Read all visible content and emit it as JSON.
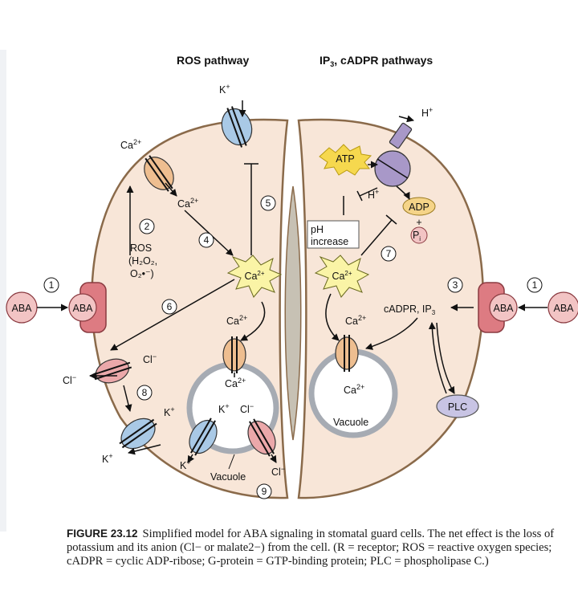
{
  "headers": {
    "ros": "ROS pathway",
    "ip3_main": "IP",
    "ip3_sub": "3",
    "ip3_rest": ", cADPR pathways"
  },
  "steps": [
    "1",
    "2",
    "3",
    "4",
    "5",
    "6",
    "7",
    "8",
    "9",
    "1"
  ],
  "labels": {
    "aba": "ABA",
    "ca": "Ca",
    "ca_sup": "2+",
    "k": "K",
    "k_sup": "+",
    "h": "H",
    "h_sup": "+",
    "cl": "Cl",
    "cl_sup": "−",
    "ros_title": "ROS",
    "ros_h2o2": "(H₂O₂,",
    "ros_o2": "O₂•⁻)",
    "atp": "ATP",
    "adp": "ADP",
    "plus": "+",
    "pi_main": "P",
    "pi_sub": "i",
    "ph_line1": "pH",
    "ph_line2": "increase",
    "cadpr": "cADPR, IP",
    "cadpr_sub": "3",
    "plc": "PLC",
    "vacuole": "Vacuole"
  },
  "caption": {
    "figure_label": "FIGURE 23.12",
    "text": "Simplified model for ABA signaling in stomatal guard cells. The net effect is the loss of potassium and its anion (Cl− or malate2−) from the cell. (R = receptor; ROS = reactive oxygen species; cADPR = cyclic ADP-ribose; G-protein = GTP-binding protein; PLC = phospholipase C.)"
  },
  "colors": {
    "cell_fill": "#f8e6d8",
    "cell_stroke": "#8a6a4a",
    "pore_fill": "#c7c1b4",
    "vacuole_fill": "#ffffff",
    "vacuole_ring": "#a6abb3",
    "receptor": "#dd7b82",
    "aba": "#f2c4c4",
    "blue_channel": "#a9c9e6",
    "orange_channel": "#eebe90",
    "pink_channel": "#eba8aa",
    "atpase": "#a898c8",
    "burst": "#faf4a6",
    "atp_burst": "#f6d84e",
    "adp_fill": "#f5d488",
    "plc_fill": "#c8c4e4"
  }
}
